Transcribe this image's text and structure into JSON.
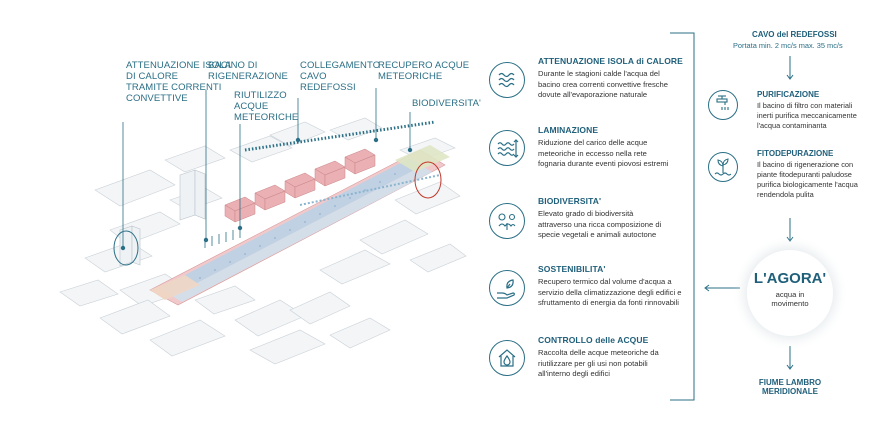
{
  "callouts": {
    "attenuazione": [
      "ATTENUAZIONE ISOLA",
      "DI CALORE",
      "TRAMITE CORRENTI",
      "CONVETTIVE"
    ],
    "bacino": [
      "BACINO DI",
      "RIGENERAZIONE"
    ],
    "riutilizzo": [
      "RIUTILIZZO",
      "ACQUE",
      "METEORICHE"
    ],
    "collegamento": [
      "COLLEGAMENTO",
      "CAVO",
      "REDEFOSSI"
    ],
    "recupero": [
      "RECUPERO ACQUE",
      "METEORICHE"
    ],
    "biodiversita": [
      "BIODIVERSITA'"
    ]
  },
  "features": [
    {
      "title": "ATTENUAZIONE ISOLA di CALORE",
      "desc": [
        "Durante le stagioni calde l'acqua del",
        "bacino crea correnti convettive fresche",
        "dovute all'evaporazione naturale"
      ],
      "icon": "heat-waves-icon"
    },
    {
      "title": "LAMINAZIONE",
      "desc": [
        "Riduzione del carico delle acque",
        "meteoriche in eccesso nella rete",
        "fognaria durante eventi piovosi estremi"
      ],
      "icon": "water-level-icon"
    },
    {
      "title": "BIODIVERSITA'",
      "desc": [
        "Elevato grado di biodiversità",
        "attraverso una ricca composizione di",
        "specie vegetali e animali autoctone"
      ],
      "icon": "biodiversity-icon"
    },
    {
      "title": "SOSTENIBILITA'",
      "desc": [
        "Recupero termico dal volume d'acqua a",
        "servizio della climatizzazione degli edifici e",
        "sfruttamento di energia da fonti rinnovabili"
      ],
      "icon": "hand-leaf-icon"
    },
    {
      "title": "CONTROLLO delle ACQUE",
      "desc": [
        "Raccolta delle acque meteoriche da",
        "riutilizzare per gli usi non potabili",
        "all'interno degli edifici"
      ],
      "icon": "house-drop-icon"
    }
  ],
  "flow": {
    "cavo_title": "CAVO del REDEFOSSI",
    "cavo_sub": "Portata min. 2 mc/s max. 35 mc/s",
    "purificazione_title": "PURIFICAZIONE",
    "purificazione_desc": [
      "Il bacino di filtro con materiali",
      "inerti purifica meccanicamente",
      "l'acqua contaminanta"
    ],
    "fitodepurazione_title": "FITODEPURAZIONE",
    "fitodepurazione_desc": [
      "Il bacino di rigenerazione con",
      "piante fitodepuranti paludose",
      "purifica biologicamente l'acqua",
      "rendendola pulita"
    ],
    "agora_title": "L'AGORA'",
    "agora_sub": [
      "acqua in",
      "movimento"
    ],
    "fiume": [
      "FIUME LAMBRO",
      "MERIDIONALE"
    ]
  },
  "colors": {
    "accent": "#2a6f86",
    "title": "#1f5f7a",
    "pink": "#e9a7aa",
    "building": "#e8edf0"
  }
}
